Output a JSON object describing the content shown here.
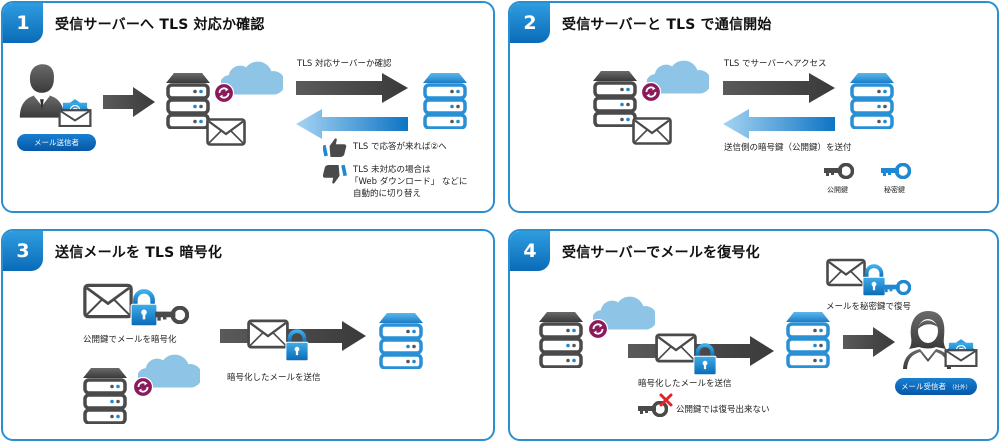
{
  "colors": {
    "accent_blue": "#1e88d2",
    "dark_gray": "#555555",
    "cloud_blue": "#8ec5e6",
    "sync_magenta": "#8b1a5c",
    "alert_red": "#e0242b"
  },
  "panels": [
    {
      "number": "1",
      "title": "受信サーバーへ TLS 対応か確認",
      "sender_label": "メール送信者",
      "arrow_label": "TLS 対応サーバーか確認",
      "note_ok": "TLS で応答が来れば②へ",
      "note_ng_lines": [
        "TLS 未対応の場合は",
        "「Web ダウンロード」 などに",
        "自動的に切り替え"
      ],
      "icons": [
        "user-icon",
        "email-at-icon",
        "server-icon",
        "sync-icon",
        "cloud-icon",
        "envelope-icon",
        "thumbs-up-icon",
        "thumbs-down-icon"
      ]
    },
    {
      "number": "2",
      "title": "受信サーバーと TLS で通信開始",
      "arrow_label": "TLS でサーバーへアクセス",
      "return_label": "送信側の暗号鍵（公開鍵）を送付",
      "public_key_label": "公開鍵",
      "private_key_label": "秘密鍵",
      "icons": [
        "server-icon",
        "sync-icon",
        "cloud-icon",
        "envelope-icon",
        "key-icon"
      ]
    },
    {
      "number": "3",
      "title": "送信メールを TLS 暗号化",
      "encrypt_label": "公開鍵でメールを暗号化",
      "send_label": "暗号化したメールを送信",
      "icons": [
        "envelope-icon",
        "lock-icon",
        "key-icon",
        "server-icon",
        "sync-icon",
        "cloud-icon"
      ]
    },
    {
      "number": "4",
      "title": "受信サーバーでメールを復号化",
      "decrypt_label": "メールを秘密鍵で復号",
      "send_label": "暗号化したメールを送信",
      "cannot_decrypt_label": "公開鍵では復号出来ない",
      "receiver_label": "メール受信者",
      "receiver_note": "（社外）",
      "icons": [
        "server-icon",
        "sync-icon",
        "cloud-icon",
        "envelope-icon",
        "lock-icon",
        "key-icon",
        "cross-icon",
        "user-female-icon",
        "email-at-icon"
      ]
    }
  ]
}
